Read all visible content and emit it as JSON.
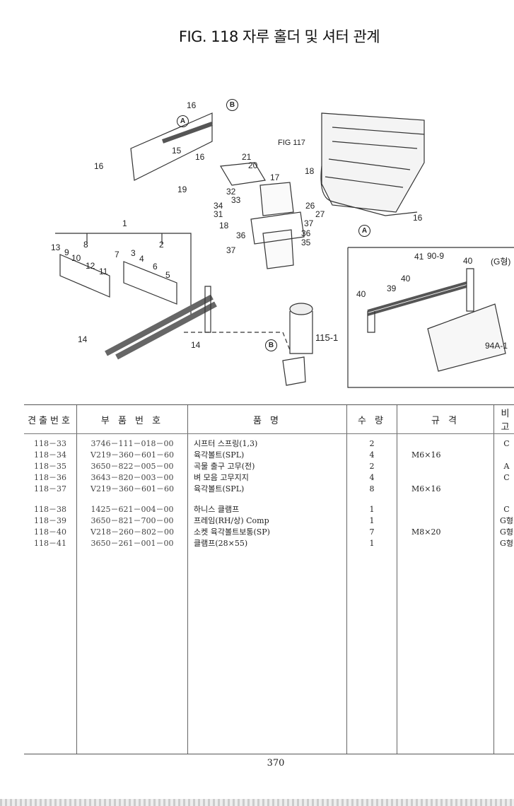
{
  "title": "FIG. 118 자루 홀더 및 셔터 관계",
  "diagram": {
    "ref_fig": "FIG 117",
    "inset_label": "(G형)",
    "inset_ref": "94A-1",
    "ref_115": "115-1",
    "circle_labels": [
      "A",
      "B",
      "A",
      "B"
    ],
    "callouts": [
      "16",
      "16",
      "15",
      "16",
      "21",
      "20",
      "17",
      "18",
      "19",
      "32",
      "33",
      "34",
      "31",
      "26",
      "27",
      "37",
      "18",
      "36",
      "36",
      "35",
      "37",
      "1",
      "13",
      "8",
      "9",
      "10",
      "12",
      "11",
      "7",
      "3",
      "4",
      "2",
      "6",
      "5",
      "14",
      "14",
      "16",
      "41",
      "90-9",
      "40",
      "40",
      "39",
      "40"
    ]
  },
  "table": {
    "headers": [
      "견출번호",
      "부 품 번 호",
      "품 명",
      "수 량",
      "규 격",
      "비 고"
    ],
    "rows": [
      {
        "ref": "118－33",
        "part": "3746－111－018－00",
        "name": "시프터 스프링(1,3)",
        "qty": "2",
        "spec": "",
        "note": "C"
      },
      {
        "ref": "118－34",
        "part": "V219－360－601－60",
        "name": "육각볼트(SPL)",
        "qty": "4",
        "spec": "M6×16",
        "note": ""
      },
      {
        "ref": "118－35",
        "part": "3650－822－005－00",
        "name": "곡물 출구 고무(전)",
        "qty": "2",
        "spec": "",
        "note": "A"
      },
      {
        "ref": "118－36",
        "part": "3643－820－003－00",
        "name": "벼 모음 고무지지",
        "qty": "4",
        "spec": "",
        "note": "C"
      },
      {
        "ref": "118－37",
        "part": "V219－360－601－60",
        "name": "육각볼트(SPL)",
        "qty": "8",
        "spec": "M6×16",
        "note": ""
      },
      {
        "ref": "118－38",
        "part": "1425－621－004－00",
        "name": "하니스 클램프",
        "qty": "1",
        "spec": "",
        "note": "C"
      },
      {
        "ref": "118－39",
        "part": "3650－821－700－00",
        "name": "프레임(RH/상) Comp",
        "qty": "1",
        "spec": "",
        "note": "G형"
      },
      {
        "ref": "118－40",
        "part": "V218－260－802－00",
        "name": "소켓 육각볼트보통(SP)",
        "qty": "7",
        "spec": "M8×20",
        "note": "G형"
      },
      {
        "ref": "118－41",
        "part": "3650－261－001－00",
        "name": "클램프(28×55)",
        "qty": "1",
        "spec": "",
        "note": "G형"
      }
    ]
  },
  "page_number": "370"
}
